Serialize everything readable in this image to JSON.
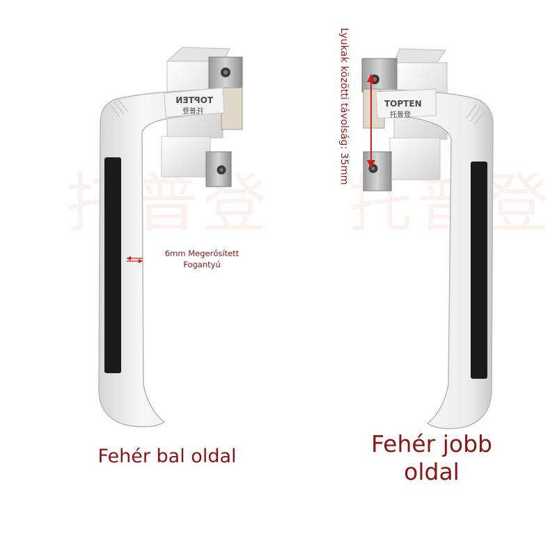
{
  "watermark_text": "托普登",
  "brand_logo": "TOPTEN",
  "brand_logo_cn": "托普登",
  "thickness_note": {
    "line1": "6mm Megerősített",
    "line2": "Fogantyú"
  },
  "hole_distance_label": "Lyukak közötti távolság: 35mm",
  "captions": {
    "left": "Fehér bal oldal",
    "right_line1": "Fehér jobb",
    "right_line2": "oldal"
  },
  "colors": {
    "handle_white": "#f2f2f2",
    "handle_shadow": "#c9c9c9",
    "insert_black": "#1b1b1b",
    "caption_red": "#8b1414",
    "arrow_red": "#d11a1a"
  }
}
